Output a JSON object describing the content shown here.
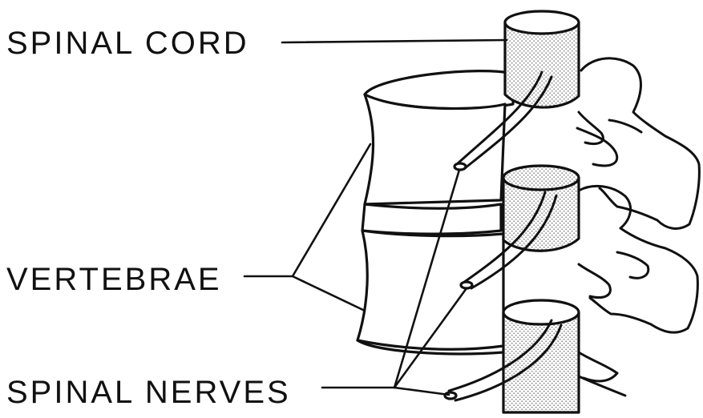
{
  "diagram": {
    "labels": {
      "spinal_cord": "SPINAL CORD",
      "vertebrae": "VERTEBRAE",
      "spinal_nerves": "SPINAL NERVES"
    },
    "colors": {
      "ink": "#111111",
      "stipple": "#9a9a9a",
      "background": "#ffffff"
    }
  }
}
